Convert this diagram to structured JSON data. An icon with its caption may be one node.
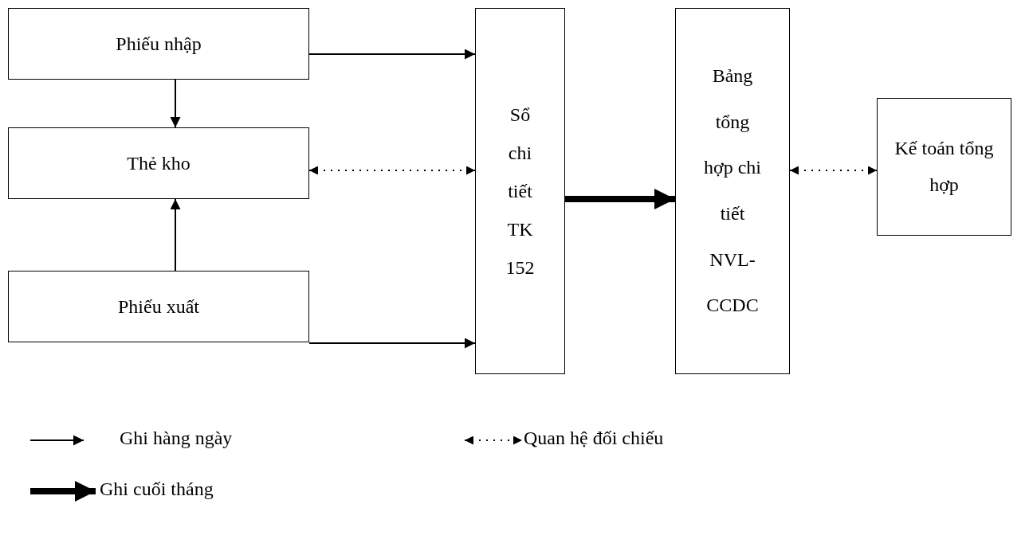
{
  "diagram": {
    "nodes": [
      {
        "text": [
          "Phiếu nhập"
        ]
      },
      {
        "text": [
          "Thẻ kho"
        ]
      },
      {
        "text": [
          "Phiếu xuất"
        ]
      },
      {
        "text": [
          "Sổ chi tiết TK 152"
        ]
      },
      {
        "text": [
          "Bảng tổng hợp chi tiết NVL-CCDC"
        ]
      },
      {
        "text": [
          "Kế toán tổng hợp"
        ]
      }
    ],
    "edges": [
      {
        "from": 0,
        "to": 3,
        "arrow": "to"
      },
      {
        "from": 0,
        "to": 1,
        "arrow": "to"
      },
      {
        "from": 1,
        "to": 3,
        "arrow": "both",
        "style": "dashed"
      },
      {
        "from": 2,
        "to": 1,
        "arrow": "to"
      },
      {
        "from": 2,
        "to": 3,
        "arrow": "to"
      },
      {
        "from": 3,
        "to": 4,
        "arrow": "to",
        "style": "thick"
      },
      {
        "from": 4,
        "to": 5,
        "arrow": "both",
        "style": "dashed"
      }
    ],
    "legend": [
      {
        "text": "Ghi hàng ngày"
      },
      {
        "text": "Quan hệ đối chiếu"
      },
      {
        "text": "Ghi cuối tháng"
      }
    ]
  }
}
